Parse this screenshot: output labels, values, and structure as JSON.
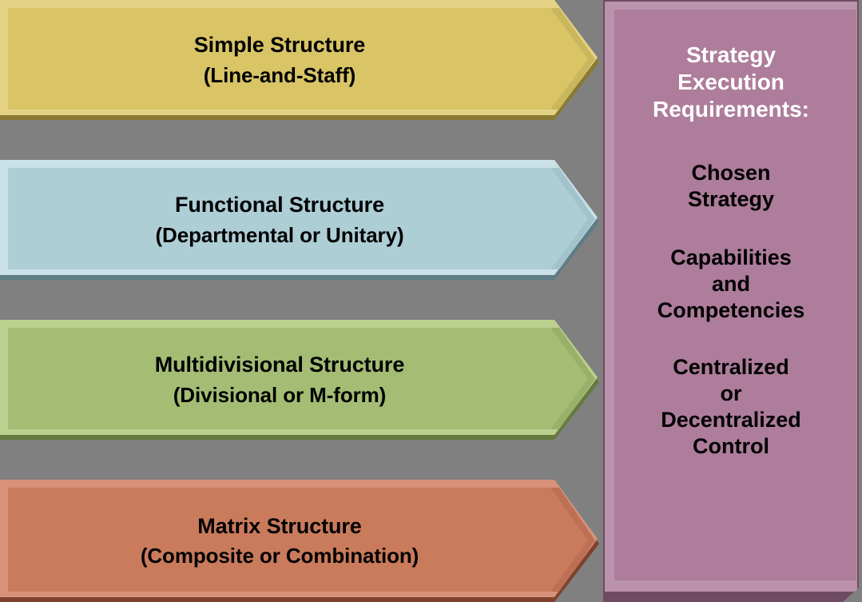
{
  "diagram": {
    "title_semantic": "organizational-structure-options-vs-strategy-execution-requirements",
    "background_color": "#808080"
  },
  "structures": [
    {
      "id": "simple-structure",
      "line1": "Simple Structure",
      "line2": "(Line-and-Staff)",
      "fill": "#d9c466",
      "light": "#e4d385",
      "dark": "#8a7a32",
      "mid": "#c6b055"
    },
    {
      "id": "functional-structure",
      "line1": "Functional Structure",
      "line2": "(Departmental  or Unitary)",
      "fill": "#aeced6",
      "light": "#c9e1e7",
      "dark": "#5e7c84",
      "mid": "#9bbdc6"
    },
    {
      "id": "multidivisional-structure",
      "line1": "Multidivisional Structure",
      "line2": "(Divisional or M-form)",
      "fill": "#a4bc74",
      "light": "#bbd08f",
      "dark": "#66793f",
      "mid": "#92ab63"
    },
    {
      "id": "matrix-structure",
      "line1": "Matrix Structure",
      "line2": "(Composite or Combination)",
      "fill": "#c97b5c",
      "light": "#d79279",
      "dark": "#7e422c",
      "mid": "#b96a4c"
    }
  ],
  "side_panel": {
    "fill": "#ad7d9b",
    "light": "#bb92ac",
    "dark": "#6f4b62",
    "title": "Strategy\nExecution\nRequirements:",
    "title_color": "#ffffff",
    "item_color": "#000000",
    "items": [
      {
        "id": "chosen-strategy",
        "text": "Chosen\nStrategy"
      },
      {
        "id": "capabilities-and-competencies",
        "text": "Capabilities\nand\nCompetencies"
      },
      {
        "id": "centralized-or-decentralized-control",
        "text": "Centralized\nor\nDecentralized\nControl"
      }
    ]
  }
}
